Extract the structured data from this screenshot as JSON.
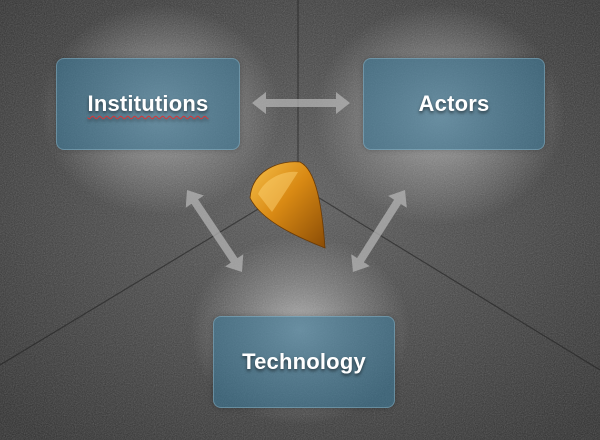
{
  "diagram": {
    "nodes": [
      {
        "id": "institutions",
        "label": "Institutions"
      },
      {
        "id": "actors",
        "label": "Actors"
      },
      {
        "id": "technology",
        "label": "Technology"
      }
    ],
    "edges": [
      {
        "from": "institutions",
        "to": "actors",
        "type": "bidirectional"
      },
      {
        "from": "institutions",
        "to": "technology",
        "type": "bidirectional"
      },
      {
        "from": "actors",
        "to": "technology",
        "type": "bidirectional"
      }
    ]
  },
  "colors": {
    "background": "#3a3a3a",
    "box_fill": "#3c7896",
    "arrow": "#a9a9a9",
    "center_shape": "#e8a020",
    "label": "#ffffff"
  }
}
